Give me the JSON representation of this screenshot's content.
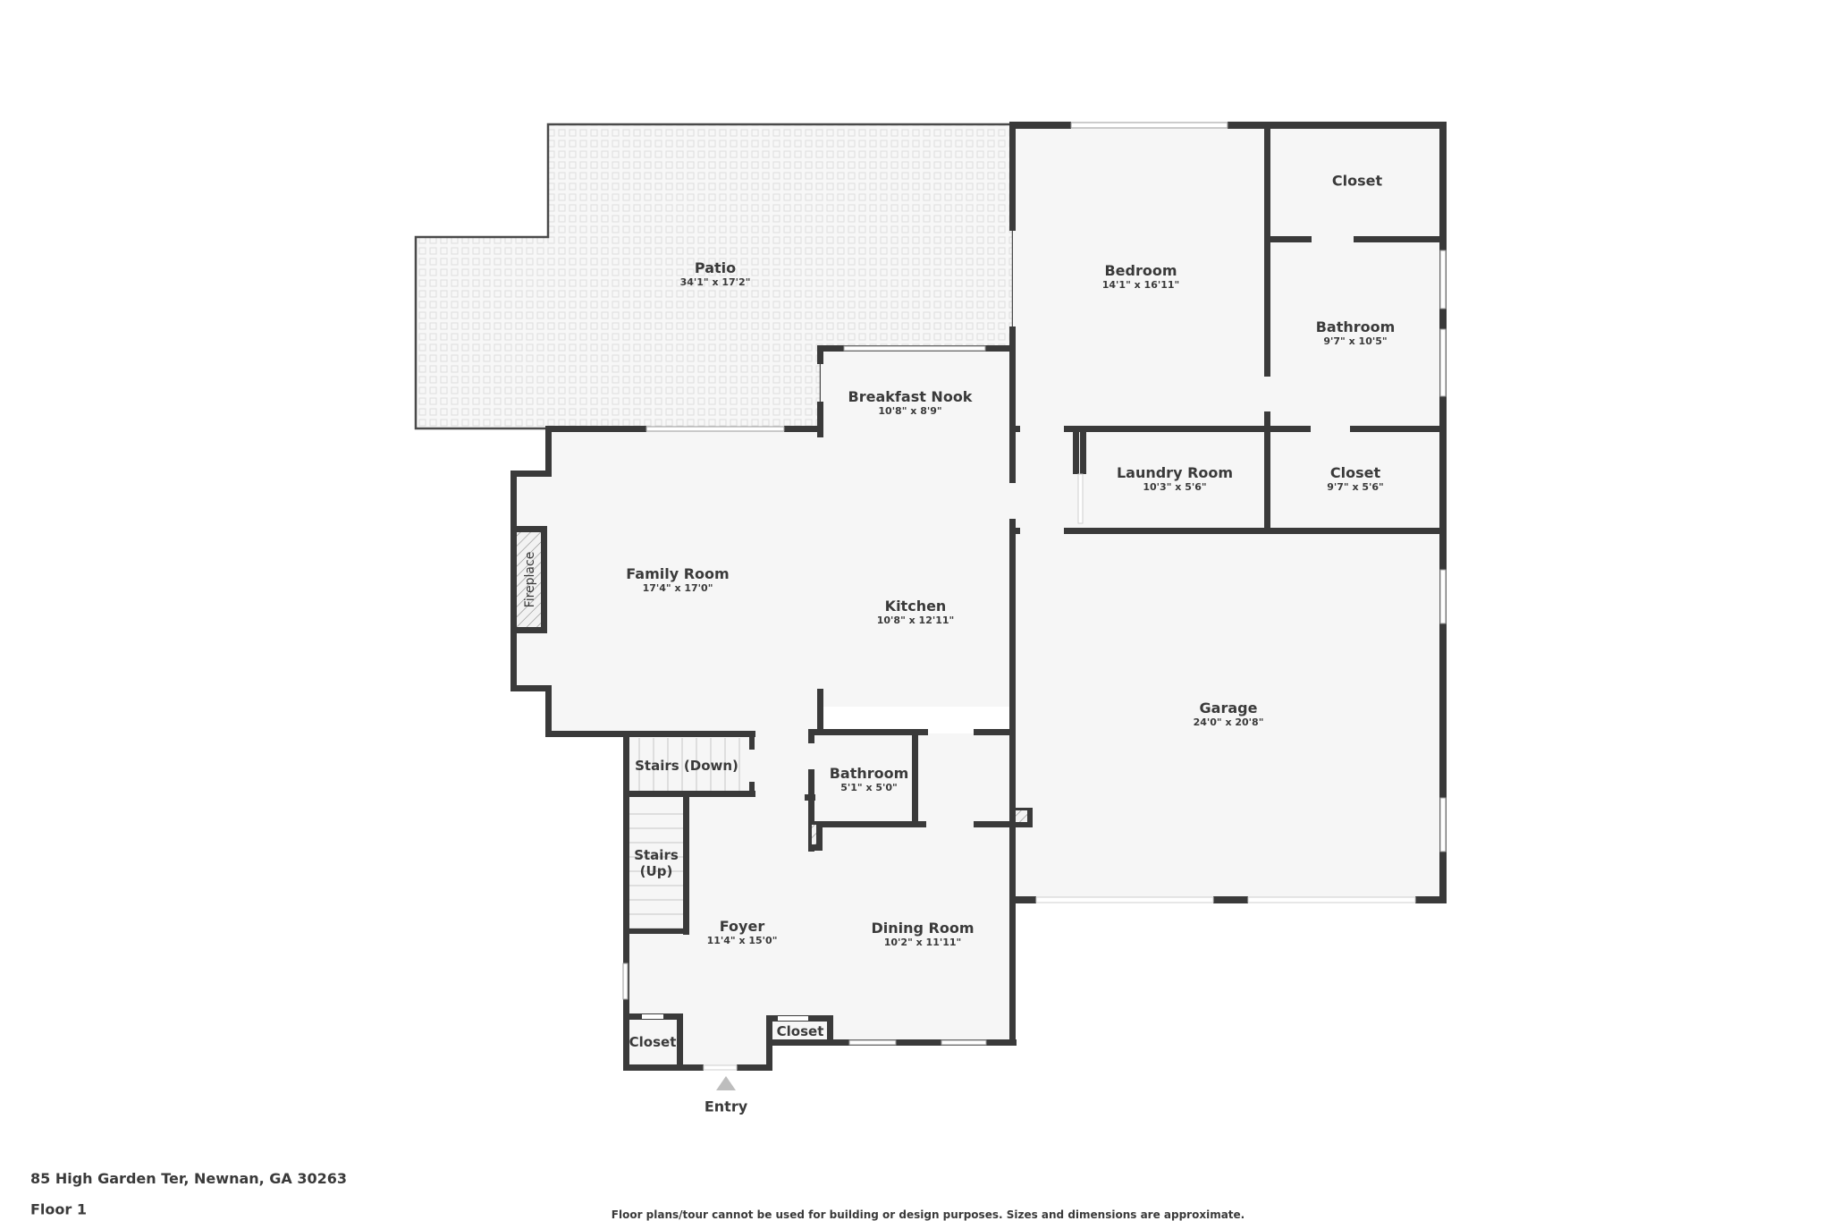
{
  "plan": {
    "address": "85 High Garden Ter, Newnan, GA 30263",
    "floor": "Floor 1",
    "disclaimer": "Floor plans/tour cannot be used for building or design purposes. Sizes and dimensions are approximate.",
    "entry_label": "Entry",
    "colors": {
      "wall": "#3a3a3a",
      "floor": "#f6f6f6",
      "patio_tile": "#e2e2e2",
      "entry_arrow": "#bdbdbd",
      "background": "#ffffff"
    }
  },
  "rooms": {
    "patio": {
      "name": "Patio",
      "dim": "34'1\" x 17'2\""
    },
    "bedroom": {
      "name": "Bedroom",
      "dim": "14'1\" x 16'11\""
    },
    "closet_top": {
      "name": "Closet",
      "dim": ""
    },
    "bathroom_master": {
      "name": "Bathroom",
      "dim": "9'7\" x 10'5\""
    },
    "breakfast_nook": {
      "name": "Breakfast Nook",
      "dim": "10'8\" x 8'9\""
    },
    "laundry": {
      "name": "Laundry Room",
      "dim": "10'3\" x 5'6\""
    },
    "closet_mid": {
      "name": "Closet",
      "dim": "9'7\" x 5'6\""
    },
    "family_room": {
      "name": "Family Room",
      "dim": "17'4\" x 17'0\""
    },
    "fireplace": {
      "name": "Fireplace"
    },
    "kitchen": {
      "name": "Kitchen",
      "dim": "10'8\" x 12'11\""
    },
    "garage": {
      "name": "Garage",
      "dim": "24'0\" x 20'8\""
    },
    "stairs_down": {
      "name": "Stairs (Down)"
    },
    "stairs_up": {
      "name": "Stairs\n(Up)",
      "line1": "Stairs",
      "line2": "(Up)"
    },
    "bathroom_half": {
      "name": "Bathroom",
      "dim": "5'1\" x 5'0\""
    },
    "foyer": {
      "name": "Foyer",
      "dim": "11'4\" x 15'0\""
    },
    "dining_room": {
      "name": "Dining Room",
      "dim": "10'2\" x 11'11\""
    },
    "closet_foyer_left": {
      "name": "Closet"
    },
    "closet_foyer_right": {
      "name": "Closet"
    }
  }
}
